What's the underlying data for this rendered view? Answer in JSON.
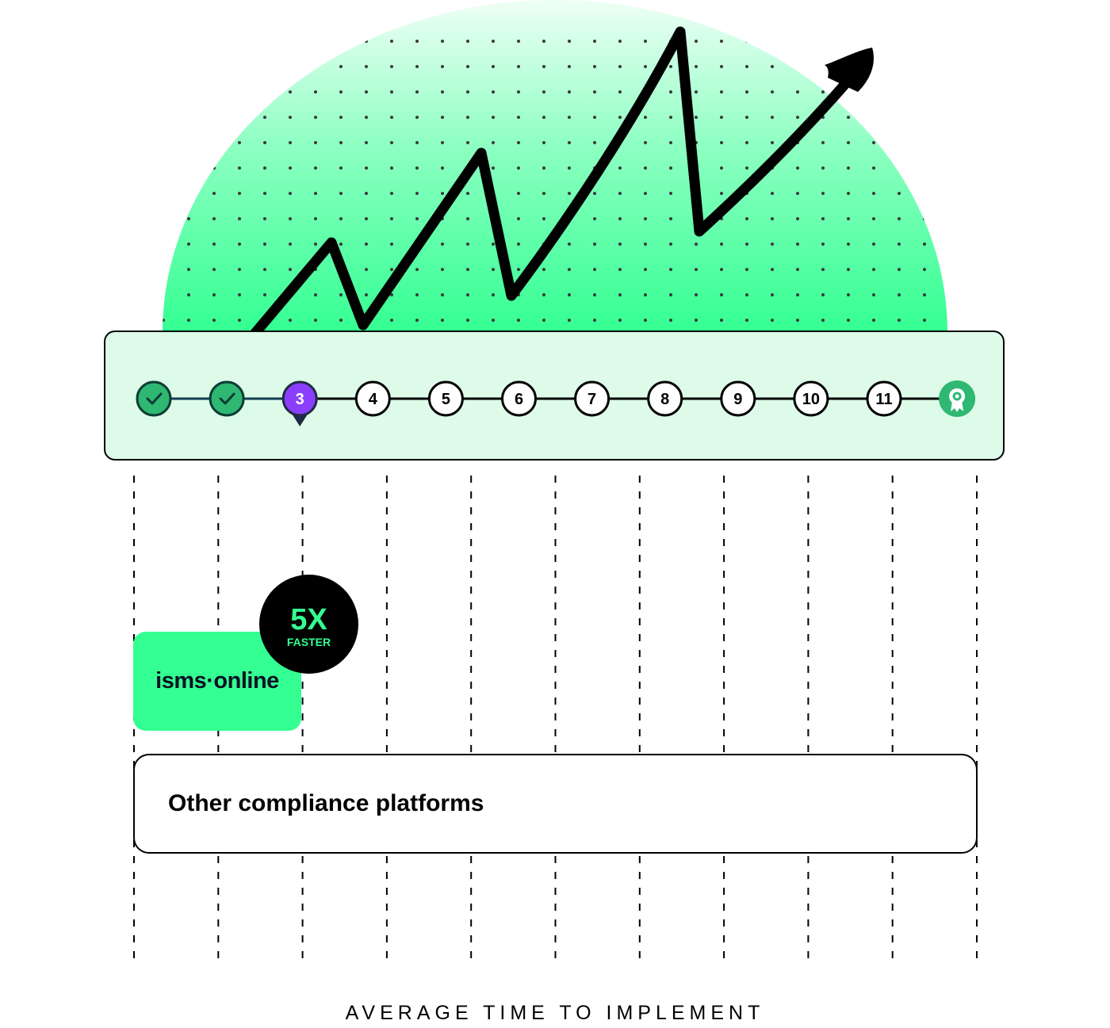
{
  "steps": [
    {
      "label": "",
      "state": "done",
      "icon": "check-icon"
    },
    {
      "label": "",
      "state": "done",
      "icon": "check-icon"
    },
    {
      "label": "3",
      "state": "current"
    },
    {
      "label": "4",
      "state": "todo"
    },
    {
      "label": "5",
      "state": "todo"
    },
    {
      "label": "6",
      "state": "todo"
    },
    {
      "label": "7",
      "state": "todo"
    },
    {
      "label": "8",
      "state": "todo"
    },
    {
      "label": "9",
      "state": "todo"
    },
    {
      "label": "10",
      "state": "todo"
    },
    {
      "label": "11",
      "state": "todo"
    },
    {
      "label": "",
      "state": "goal",
      "icon": "award-ribbon-icon"
    }
  ],
  "isms": {
    "logo_text": "isms·online"
  },
  "badge": {
    "multiplier": "5X",
    "label": "FASTER"
  },
  "other": {
    "label": "Other compliance platforms"
  },
  "axis": {
    "label": "AVERAGE TIME TO IMPLEMENT"
  },
  "colors": {
    "brand_green": "#34ff92",
    "done_green": "#2eb872",
    "current_purple": "#8a3ffc",
    "panel_bg": "#ddfbe8",
    "ink": "#000000"
  }
}
